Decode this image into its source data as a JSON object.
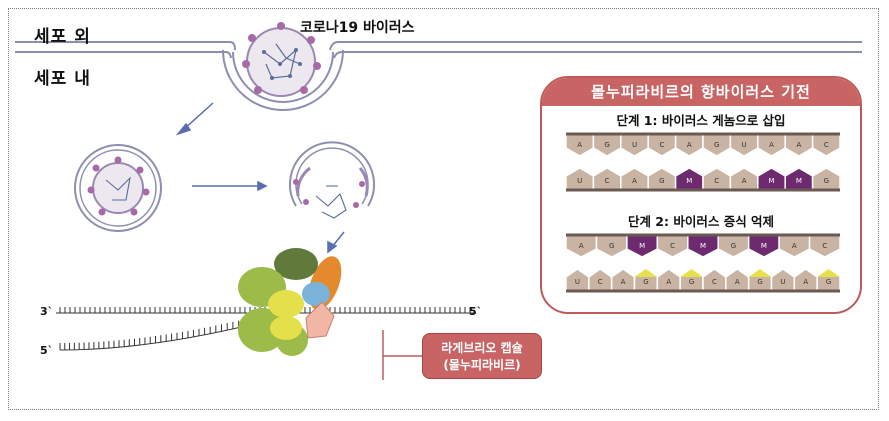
{
  "labels": {
    "extracellular": "세포 외",
    "intracellular": "세포 내",
    "virus": "코로나19 바이러스",
    "strand_3": "3`",
    "strand_5_right": "5`",
    "strand_5_left": "5`"
  },
  "panel": {
    "title": "몰누피라비르의 항바이러스 기전",
    "stage1": "단계 1: 바이러스 게놈으로 삽입",
    "stage2": "단계 2: 바이러스 증식 억제",
    "stage1_top": [
      "A",
      "G",
      "U",
      "C",
      "A",
      "G",
      "U",
      "A",
      "A",
      "C"
    ],
    "stage1_bottom": [
      "U",
      "C",
      "A",
      "G",
      "M",
      "C",
      "A",
      "M",
      "M",
      "G"
    ],
    "stage2_top": [
      "A",
      "G",
      "M",
      "C",
      "M",
      "G",
      "M",
      "A",
      "C"
    ],
    "stage2_bottom": [
      "U",
      "C",
      "A",
      "G",
      "A",
      "G",
      "C",
      "A",
      "G",
      "U",
      "A",
      "G"
    ]
  },
  "drug": {
    "line1": "라게브리오 캡슐",
    "line2": "(몰누피라비르)"
  },
  "colors": {
    "panel_accent": "#c86464",
    "membrane": "#8d8fb0",
    "nucleotide": "#c9b3a3",
    "modified": "#6e2a6e",
    "mutation": "#e8e04a"
  }
}
